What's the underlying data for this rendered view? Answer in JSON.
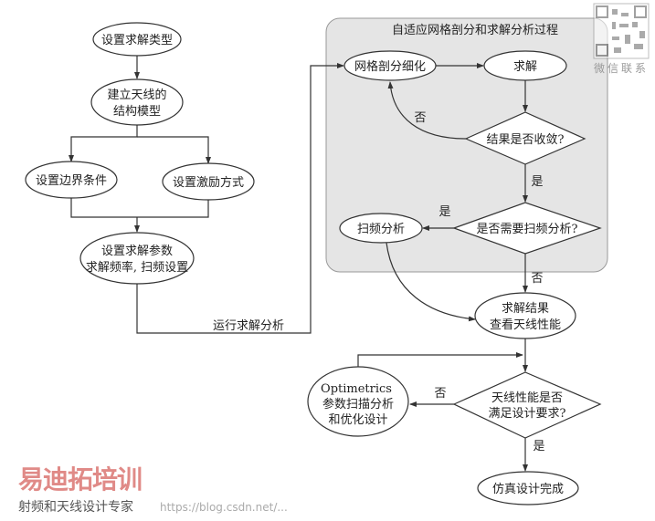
{
  "nodes": {
    "set_solution_type": "设置求解类型",
    "build_model": [
      "建立天线的",
      "结构模型"
    ],
    "set_boundary": "设置边界条件",
    "set_excitation": "设置激励方式",
    "set_params": [
      "设置求解参数",
      "求解频率, 扫频设置"
    ],
    "adaptive_title": "自适应网格剖分和求解分析过程",
    "mesh_refine": "网格剖分细化",
    "solve": "求解",
    "converged": "结果是否收敛?",
    "need_sweep": "是否需要扫频分析?",
    "sweep": "扫频分析",
    "results": [
      "求解结果",
      "查看天线性能"
    ],
    "meets_req": [
      "天线性能是否",
      "满足设计要求?"
    ],
    "optimetrics": [
      "Optimetrics",
      "参数扫描分析",
      "和优化设计"
    ],
    "done": "仿真设计完成"
  },
  "edge_labels": {
    "run_analysis": "运行求解分析",
    "no": "否",
    "yes": "是"
  },
  "watermarks": {
    "qr_caption": "微信联系",
    "brand": "易迪拓培训",
    "brand_sub": "射频和天线设计专家",
    "url": "https://blog.csdn.net/..."
  }
}
